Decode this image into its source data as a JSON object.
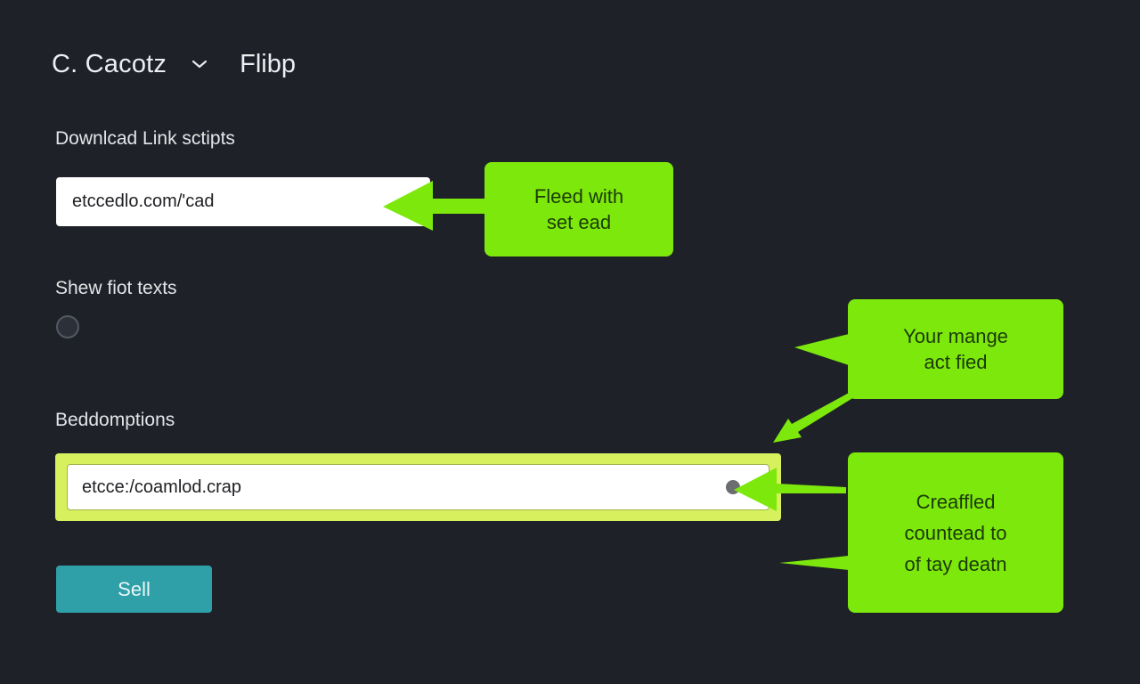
{
  "header": {
    "account_name": "C. Cacotz",
    "nav_title": "Flibp",
    "chevron_icon": "chevron-down-icon"
  },
  "form": {
    "download_label": "Downlcad Link sctipts",
    "download_value": "etccedlo.com/'cad",
    "show_label": "Shew fiot texts",
    "show_enabled": false,
    "options_label": "Beddomptions",
    "options_value": "etcce:/coamlod.crap",
    "submit_label": "Sell"
  },
  "callouts": {
    "top": [
      "Fleed with",
      "set ead"
    ],
    "middle": [
      "Your mange",
      "act fied"
    ],
    "bottom": [
      "Creaffled",
      "countead to",
      "of tay deatn"
    ]
  },
  "colors": {
    "background": "#1e2127",
    "callout_green": "#7de80c",
    "highlight_yellow": "#d6f05e",
    "button_teal": "#2fa0a8"
  }
}
